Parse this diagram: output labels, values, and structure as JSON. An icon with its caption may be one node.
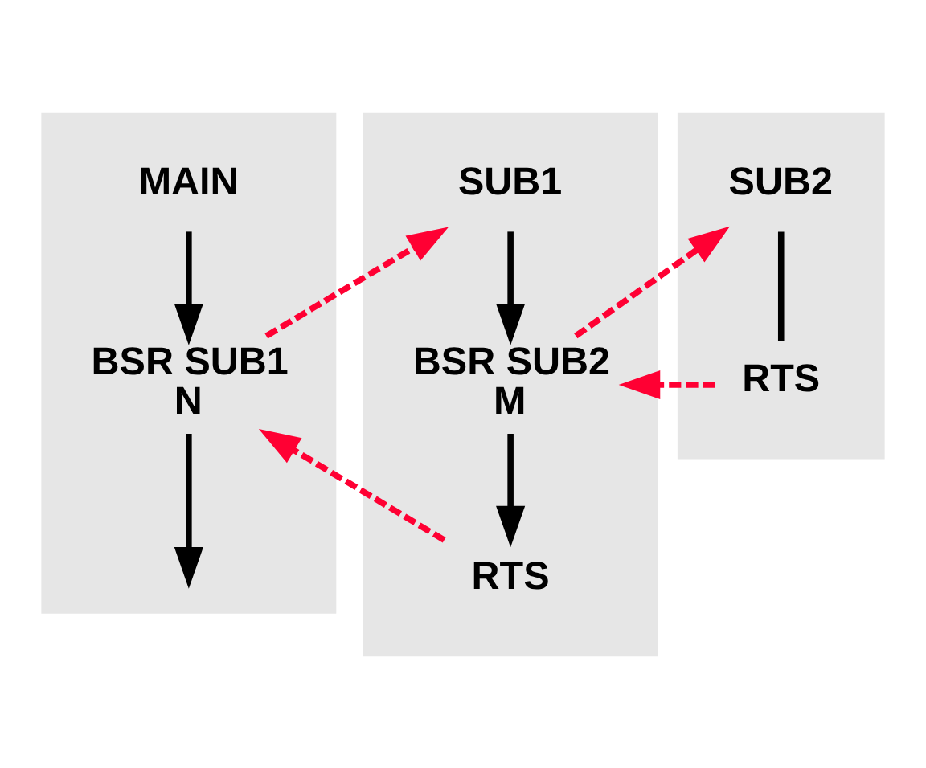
{
  "diagram": {
    "nodes": [
      {
        "text": [],
        "shape": "box"
      },
      {
        "text": [
          "MAIN"
        ],
        "in": 0
      },
      {
        "text": [
          "BSR SUB1",
          "N"
        ],
        "in": 0
      },
      {
        "text": [],
        "shape": "box"
      },
      {
        "text": [
          "SUB1"
        ],
        "in": 3
      },
      {
        "text": [
          "BSR SUB2",
          "M"
        ],
        "in": 3
      },
      {
        "text": [
          "RTS"
        ],
        "in": 3
      },
      {
        "text": [],
        "shape": "box"
      },
      {
        "text": [
          "SUB2"
        ],
        "in": 7
      },
      {
        "text": [
          "RTS"
        ],
        "in": 7
      }
    ],
    "edges": [
      {
        "from": 1,
        "to": 2,
        "arrow": "to"
      },
      {
        "from": 2,
        "to": null,
        "arrow": "to"
      },
      {
        "from": 2,
        "to": 4,
        "arrow": "to",
        "style": "dashed",
        "color": "#ff0033"
      },
      {
        "from": 4,
        "to": 5,
        "arrow": "to"
      },
      {
        "from": 5,
        "to": 8,
        "arrow": "to",
        "style": "dashed",
        "color": "#ff0033"
      },
      {
        "from": 8,
        "to": 9,
        "arrow": "none"
      },
      {
        "from": 9,
        "to": 5,
        "arrow": "to",
        "style": "dashed",
        "color": "#ff0033"
      },
      {
        "from": 5,
        "to": 6,
        "arrow": "to"
      },
      {
        "from": 6,
        "to": 2,
        "arrow": "to",
        "style": "dashed",
        "color": "#ff0033"
      }
    ]
  }
}
